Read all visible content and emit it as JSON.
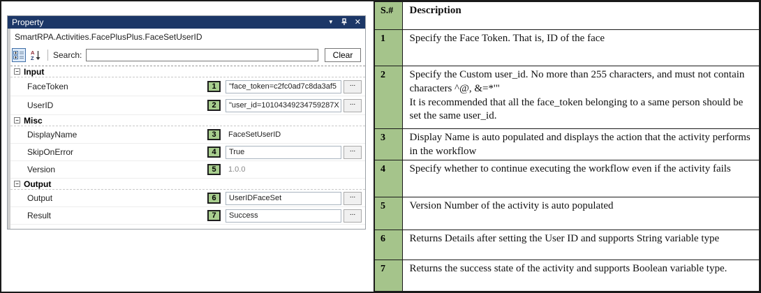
{
  "colors": {
    "titlebar_navy": "#1c3767",
    "badge_green": "#a8ce8e",
    "table_green": "#a5c48b",
    "border_black": "#1a1a1a"
  },
  "icons": {
    "dropdown_glyph": "▼",
    "close_glyph": "✕",
    "collapse_glyph": "−",
    "ellipsis": "..."
  },
  "property_panel": {
    "title": "Property",
    "activity_path": "SmartRPA.Activities.FacePlusPlus.FaceSetUserID",
    "search": {
      "label": "Search:",
      "value": "",
      "clear_label": "Clear"
    },
    "sections": [
      {
        "name": "Input",
        "rows": [
          {
            "name": "FaceToken",
            "badge": "1",
            "value": "\"face_token=c2fc0ad7c8da3af5"
          },
          {
            "name": "UserID",
            "badge": "2",
            "value": "\"user_id=10104349234759287X"
          }
        ]
      },
      {
        "name": "Misc",
        "rows": [
          {
            "name": "DisplayName",
            "badge": "3",
            "value": "FaceSetUserID"
          },
          {
            "name": "SkipOnError",
            "badge": "4",
            "value": "True"
          },
          {
            "name": "Version",
            "badge": "5",
            "value": "1.0.0"
          }
        ]
      },
      {
        "name": "Output",
        "rows": [
          {
            "name": "Output",
            "badge": "6",
            "value": "UserIDFaceSet"
          },
          {
            "name": "Result",
            "badge": "7",
            "value": "Success"
          }
        ]
      }
    ]
  },
  "table": {
    "headers": {
      "num": "S.#",
      "desc": "Description"
    },
    "rows": [
      {
        "num": "1",
        "desc": "Specify the Face Token. That is, ID of the face"
      },
      {
        "num": "2",
        "desc": "Specify the Custom user_id. No more than 255 characters, and must not contain characters ^@, &=*'\"\nIt is recommended that all the face_token belonging to a same person should be set the same user_id."
      },
      {
        "num": "3",
        "desc": "Display Name is auto populated and displays the action that the activity performs in the workflow"
      },
      {
        "num": "4",
        "desc": "Specify whether to continue executing the workflow even if the activity fails"
      },
      {
        "num": "5",
        "desc": "Version Number of the activity is auto populated"
      },
      {
        "num": "6",
        "desc": "Returns Details after setting the User ID and supports String variable type"
      },
      {
        "num": "7",
        "desc": "Returns the success state of the activity and supports Boolean variable type."
      }
    ]
  }
}
